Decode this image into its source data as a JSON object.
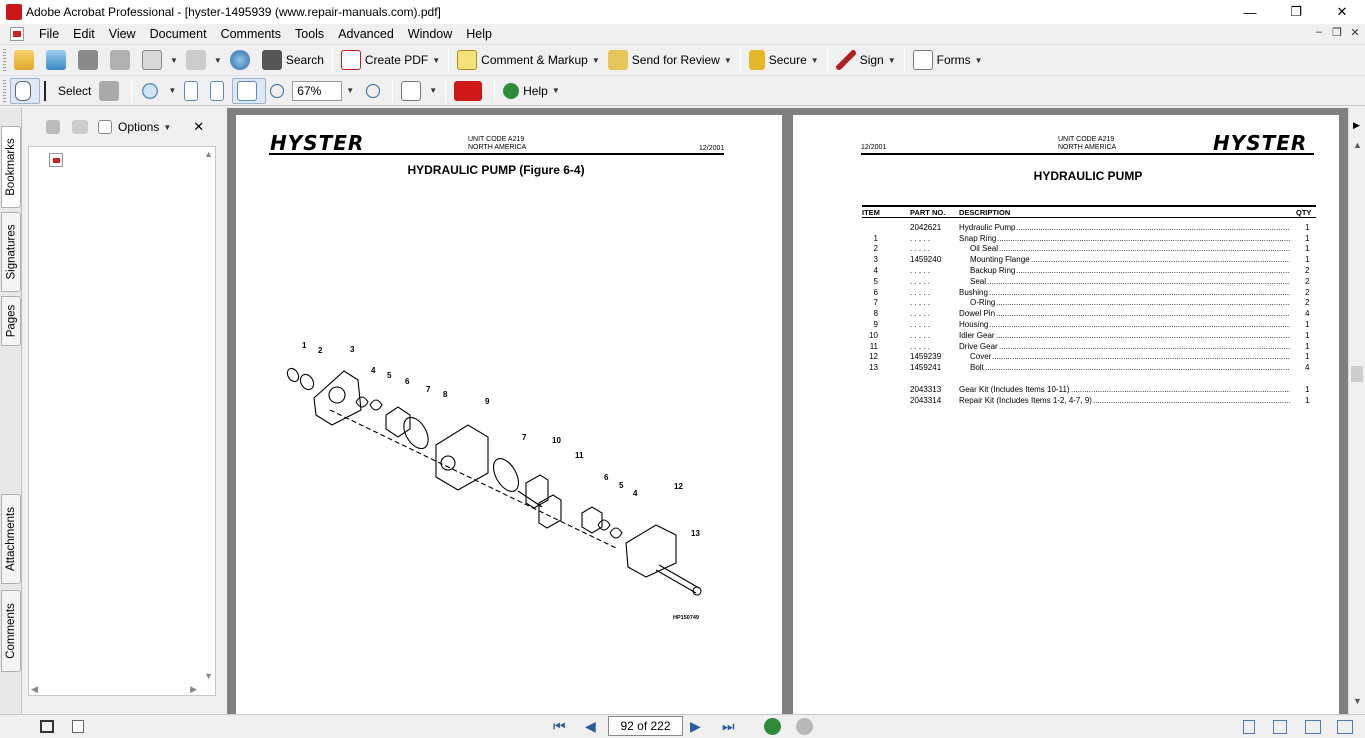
{
  "window": {
    "title": "Adobe Acrobat Professional - [hyster-1495939 (www.repair-manuals.com).pdf]",
    "minimize": "—",
    "restore": "❐",
    "close": "✕"
  },
  "menu": [
    "File",
    "Edit",
    "View",
    "Document",
    "Comments",
    "Tools",
    "Advanced",
    "Window",
    "Help"
  ],
  "mdi": {
    "minimize": "–",
    "restore": "❐",
    "close": "✕"
  },
  "toolbar1": {
    "search": "Search",
    "create_pdf": "Create PDF",
    "comment_markup": "Comment & Markup",
    "send_review": "Send for Review",
    "secure": "Secure",
    "sign": "Sign",
    "forms": "Forms"
  },
  "toolbar2": {
    "select": "Select",
    "zoom_value": "67%",
    "help": "Help"
  },
  "side_tabs": [
    "Bookmarks",
    "Signatures",
    "Pages",
    "Attachments",
    "Comments"
  ],
  "panel": {
    "options": "Options",
    "close": "✕"
  },
  "left_page": {
    "logo": "HYSTER",
    "unit_code": "UNIT CODE A219",
    "region": "NORTH AMERICA",
    "date": "12/2001",
    "title": "HYDRAULIC PUMP (Figure 6-4)",
    "figure_id": "HP150749",
    "callouts": [
      "1",
      "2",
      "3",
      "4",
      "5",
      "6",
      "7",
      "8",
      "9",
      "7",
      "10",
      "11",
      "6",
      "5",
      "4",
      "12",
      "13"
    ]
  },
  "right_page": {
    "logo": "HYSTER",
    "unit_code": "UNIT CODE A219",
    "region": "NORTH AMERICA",
    "date": "12/2001",
    "title": "HYDRAULIC PUMP",
    "headers": {
      "item": "ITEM",
      "part": "PART NO.",
      "desc": "DESCRIPTION",
      "qty": "QTY"
    },
    "rows": [
      {
        "item": "",
        "part": "2042621",
        "desc": "Hydraulic Pump",
        "indent": false,
        "qty": "1"
      },
      {
        "item": "1",
        "part": ". . . . .",
        "desc": "Snap Ring",
        "indent": false,
        "qty": "1"
      },
      {
        "item": "2",
        "part": ". . . . .",
        "desc": "Oil Seal",
        "indent": true,
        "qty": "1"
      },
      {
        "item": "3",
        "part": "1459240",
        "desc": "Mounting Flange",
        "indent": true,
        "qty": "1"
      },
      {
        "item": "4",
        "part": ". . . . .",
        "desc": "Backup Ring",
        "indent": true,
        "qty": "2"
      },
      {
        "item": "5",
        "part": ". . . . .",
        "desc": "Seal",
        "indent": true,
        "qty": "2"
      },
      {
        "item": "6",
        "part": ". . . . .",
        "desc": "Bushing",
        "indent": false,
        "qty": "2"
      },
      {
        "item": "7",
        "part": ". . . . .",
        "desc": "O-Ring",
        "indent": true,
        "qty": "2"
      },
      {
        "item": "8",
        "part": ". . . . .",
        "desc": "Dowel Pin",
        "indent": false,
        "qty": "4"
      },
      {
        "item": "9",
        "part": ". . . . .",
        "desc": "Housing",
        "indent": false,
        "qty": "1"
      },
      {
        "item": "10",
        "part": ". . . . .",
        "desc": "Idler Gear",
        "indent": false,
        "qty": "1"
      },
      {
        "item": "11",
        "part": ". . . . .",
        "desc": "Drive Gear",
        "indent": false,
        "qty": "1"
      },
      {
        "item": "12",
        "part": "1459239",
        "desc": "Cover",
        "indent": true,
        "qty": "1"
      },
      {
        "item": "13",
        "part": "1459241",
        "desc": "Bolt",
        "indent": true,
        "qty": "4"
      },
      {
        "item": "",
        "part": "",
        "desc": "",
        "indent": false,
        "qty": ""
      },
      {
        "item": "",
        "part": "2043313",
        "desc": "Gear Kit (Includes Items 10-11)",
        "indent": false,
        "qty": "1"
      },
      {
        "item": "",
        "part": "2043314",
        "desc": "Repair Kit (Includes Items 1-2, 4-7, 9)",
        "indent": false,
        "qty": "1"
      }
    ]
  },
  "status": {
    "page_indicator": "92 of 222"
  },
  "colors": {
    "accent_red": "#c81818",
    "nav_green": "#2e8b3a",
    "doc_bg": "#808080"
  }
}
